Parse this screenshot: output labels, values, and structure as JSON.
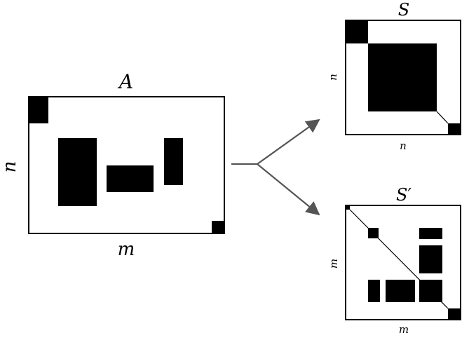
{
  "matrix_a": {
    "title": "A",
    "row_label": "n",
    "col_label": "m"
  },
  "matrix_s": {
    "title": "S",
    "row_label": "n",
    "col_label": "n"
  },
  "matrix_s_prime": {
    "title": "S′",
    "row_label": "m",
    "col_label": "m"
  },
  "colors": {
    "block": "#000000",
    "frame": "#000000",
    "arrow": "#555555",
    "background": "#ffffff"
  }
}
